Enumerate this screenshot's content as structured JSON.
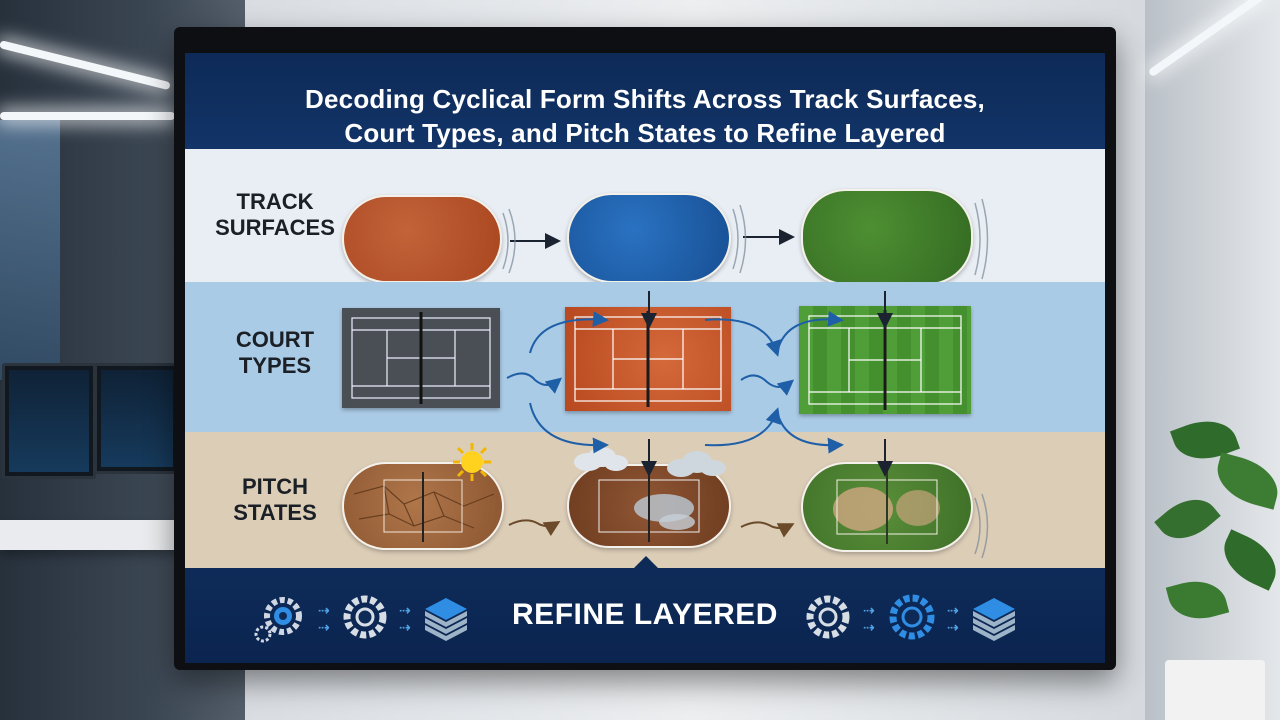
{
  "header": {
    "title_line1": "Decoding Cyclical Form Shifts Across Track Surfaces,",
    "title_line2": "Court Types, and Pitch States to Refine Layered"
  },
  "rows": [
    {
      "label_line1": "TRACK",
      "label_line2": "SURFACES",
      "items": [
        "clay-track",
        "blue-track",
        "grass-track"
      ]
    },
    {
      "label_line1": "COURT",
      "label_line2": "TYPES",
      "items": [
        "hard-court",
        "clay-court",
        "grass-court"
      ]
    },
    {
      "label_line1": "PITCH",
      "label_line2": "STATES",
      "items": [
        "dry-cracked-pitch",
        "wet-pitch",
        "worn-grass-pitch"
      ]
    }
  ],
  "footer": {
    "title": "REFINE LAYERED",
    "icons_left": [
      "gears-icon",
      "gear-icon",
      "layers-icon"
    ],
    "icons_right": [
      "gear-icon",
      "gear-icon",
      "layers-icon"
    ]
  },
  "colors": {
    "navy": "#0d2a57",
    "track_clay": "#b4502a",
    "track_blue": "#1d5fa8",
    "track_grass": "#3f7d2a",
    "court_hard": "#4a4f55",
    "court_clay": "#c8552b",
    "court_grass": "#4a9a35",
    "accent_blue": "#4fa3e6"
  }
}
